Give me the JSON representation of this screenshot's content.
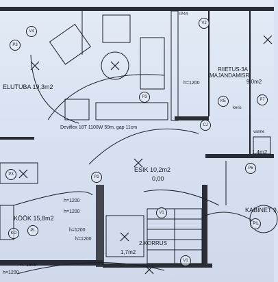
{
  "rooms": {
    "elutuba": "ELUTUBA 19,3m2",
    "esik": "ESIK 10,2m2",
    "esik_value": "0,00",
    "kook": "KÖÖK 15,8m2",
    "korrus": "2.KORRUS",
    "kabinet": "KABINET 9,",
    "wc_area": "1,4m2",
    "wc2_area": "1,7m2",
    "saun_area": "9,0m2",
    "riietus": "RIIETUS-3A",
    "riietus2": "MAJANDAMISR.",
    "keris": "keris",
    "vanna": "vanne",
    "partial_top": "IP44"
  },
  "cable_note": "Deviflex 18T 1100W 59m, gap 11cm",
  "heights": {
    "h1": "h=1200",
    "h2": "h=1200",
    "h3": "h=1200",
    "h4": "h=1200",
    "h5": "h=1200",
    "h6": "h=1200",
    "h7": "h=1800"
  },
  "symbols": {
    "v4": "V4",
    "p3": "P3",
    "p3b": "P3",
    "p3c": "P3",
    "p2": "P2",
    "p6": "P6",
    "v1": "V1",
    "v1b": "V1",
    "p1": "P1",
    "ko": "KO",
    "pl": "PL",
    "ke": "KE",
    "cj": "CJ",
    "v2": "V2",
    "p7": "P7"
  }
}
